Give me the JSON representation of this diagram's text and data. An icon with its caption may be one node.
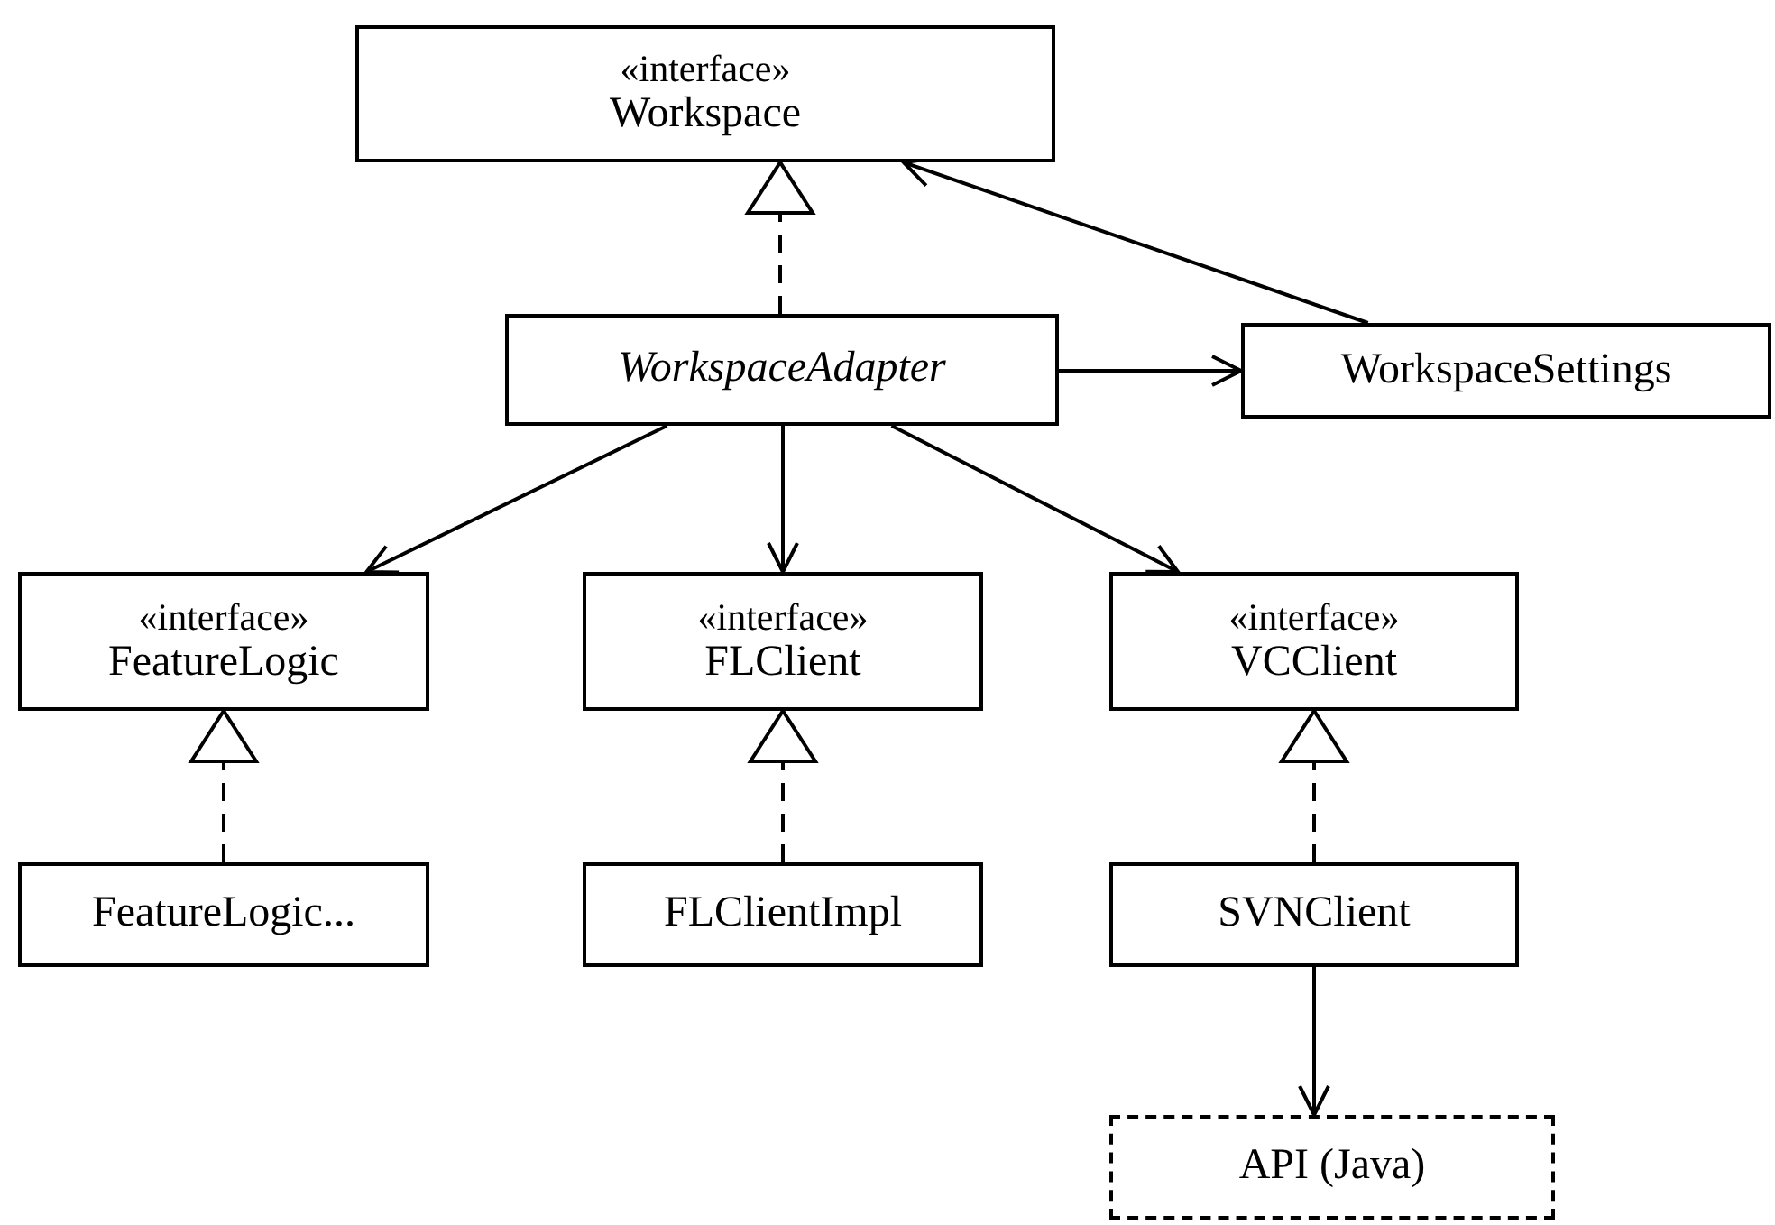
{
  "diagram": {
    "nodes": [
      {
        "text": [
          "«interface»",
          "Workspace"
        ]
      },
      {
        "text": [
          "WorkspaceAdapter"
        ]
      },
      {
        "text": [
          "WorkspaceSettings"
        ]
      },
      {
        "text": [
          "«interface»",
          "FeatureLogic"
        ]
      },
      {
        "text": [
          "«interface»",
          "FLClient"
        ]
      },
      {
        "text": [
          "«interface»",
          "VCClient"
        ]
      },
      {
        "text": [
          "FeatureLogic..."
        ]
      },
      {
        "text": [
          "FLClientImpl"
        ]
      },
      {
        "text": [
          "SVNClient"
        ]
      },
      {
        "text": [
          "API (Java)"
        ]
      }
    ],
    "edges": [
      {
        "from": 1,
        "to": 0,
        "arrow": "to",
        "style": "dashed"
      },
      {
        "from": 2,
        "to": 0,
        "arrow": "to"
      },
      {
        "from": 1,
        "to": 2,
        "arrow": "to"
      },
      {
        "from": 1,
        "to": 3,
        "arrow": "to"
      },
      {
        "from": 1,
        "to": 4,
        "arrow": "to"
      },
      {
        "from": 1,
        "to": 5,
        "arrow": "to"
      },
      {
        "from": 6,
        "to": 3,
        "arrow": "to",
        "style": "dashed"
      },
      {
        "from": 7,
        "to": 4,
        "arrow": "to",
        "style": "dashed"
      },
      {
        "from": 8,
        "to": 5,
        "arrow": "to",
        "style": "dashed"
      },
      {
        "from": 8,
        "to": 9,
        "arrow": "to"
      }
    ]
  }
}
